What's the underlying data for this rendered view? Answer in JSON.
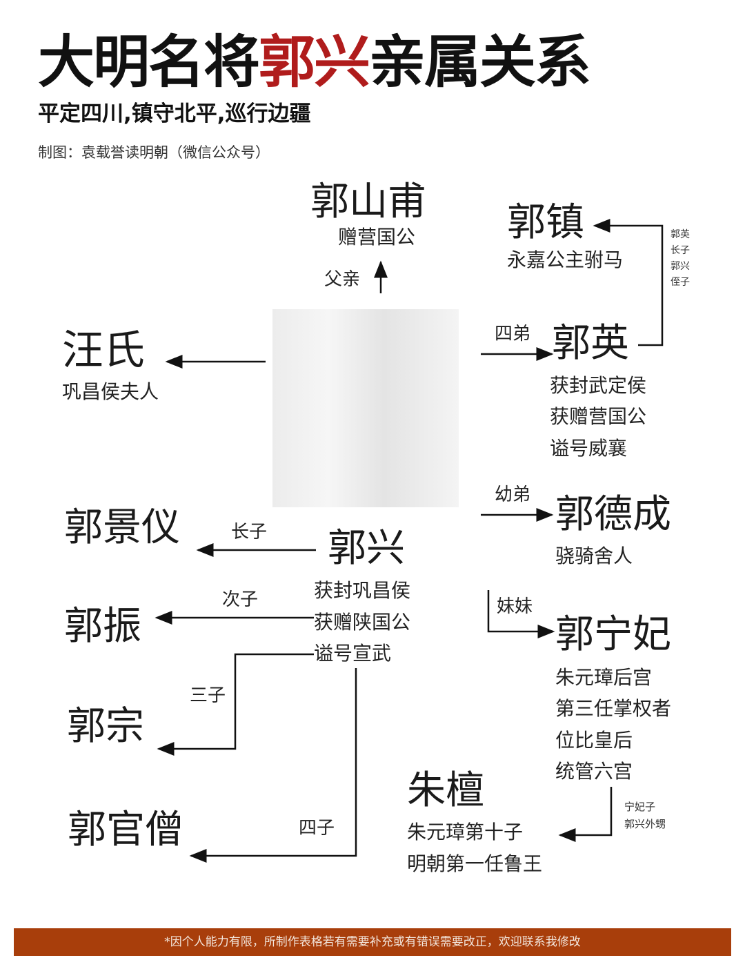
{
  "header": {
    "title_prefix": "大明名将",
    "title_name": "郭兴",
    "title_suffix": "亲属关系",
    "subtitle": "平定四川,镇守北平,巡行边疆",
    "credit": "制图：袁载誉读明朝（微信公众号）"
  },
  "center": {
    "name": "郭兴",
    "details": [
      "获封巩昌侯",
      "获赠陕国公",
      "谥号宣武"
    ]
  },
  "father": {
    "name": "郭山甫",
    "details": [
      "赠营国公"
    ],
    "relation": "父亲"
  },
  "wife": {
    "name": "汪氏",
    "details": [
      "巩昌侯夫人"
    ]
  },
  "nephew": {
    "name": "郭镇",
    "details": [
      "永嘉公主驸马"
    ],
    "note": [
      "郭英",
      "长子",
      "郭兴",
      "侄子"
    ]
  },
  "brother4": {
    "name": "郭英",
    "relation": "四弟",
    "details": [
      "获封武定侯",
      "获赠营国公",
      "谥号威襄"
    ]
  },
  "brother_young": {
    "name": "郭德成",
    "relation": "幼弟",
    "details": [
      "骁骑舍人"
    ]
  },
  "sister": {
    "name": "郭宁妃",
    "relation": "妹妹",
    "details": [
      "朱元璋后宫",
      "第三任掌权者",
      "位比皇后",
      "统管六宫"
    ]
  },
  "sister_son": {
    "name": "朱檀",
    "details": [
      "朱元璋第十子",
      "明朝第一任鲁王"
    ],
    "note": [
      "宁妃子",
      "郭兴外甥"
    ]
  },
  "sons": [
    {
      "name": "郭景仪",
      "relation": "长子"
    },
    {
      "name": "郭振",
      "relation": "次子"
    },
    {
      "name": "郭宗",
      "relation": "三子"
    },
    {
      "name": "郭官僧",
      "relation": "四子"
    }
  ],
  "footer": "*因个人能力有限，所制作表格若有需要补充或有错误需要改正，欢迎联系我修改",
  "colors": {
    "accent": "#b01c1c",
    "footer_bg": "#a83e0b"
  }
}
